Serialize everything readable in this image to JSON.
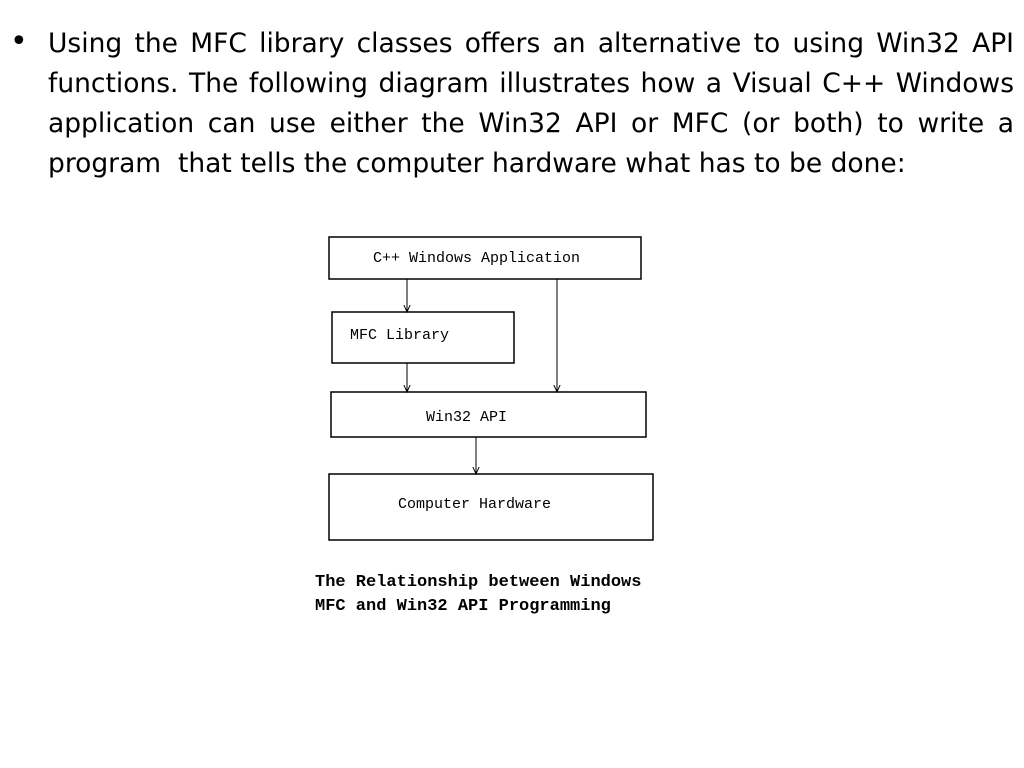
{
  "slide": {
    "bullet_symbol": "•",
    "bullet_text": "Using the MFC library classes offers an alternative to using Win32 API  functions. The following diagram illustrates how a Visual C++ Windows  application can use either the Win32 API or MFC (or both) to write a program  that tells the computer hardware what has to be done:"
  },
  "diagram": {
    "nodes": {
      "app": "C++ Windows Application",
      "mfc": "MFC Library",
      "win32": "Win32 API",
      "hardware": "Computer Hardware"
    },
    "edges": [
      {
        "from": "app",
        "to": "mfc"
      },
      {
        "from": "app",
        "to": "win32"
      },
      {
        "from": "mfc",
        "to": "win32"
      },
      {
        "from": "win32",
        "to": "hardware"
      }
    ],
    "caption": {
      "line1": "The Relationship between Windows",
      "line2": "MFC and Win32 API Programming"
    },
    "colors": {
      "stroke": "#000000",
      "background": "#ffffff"
    }
  }
}
